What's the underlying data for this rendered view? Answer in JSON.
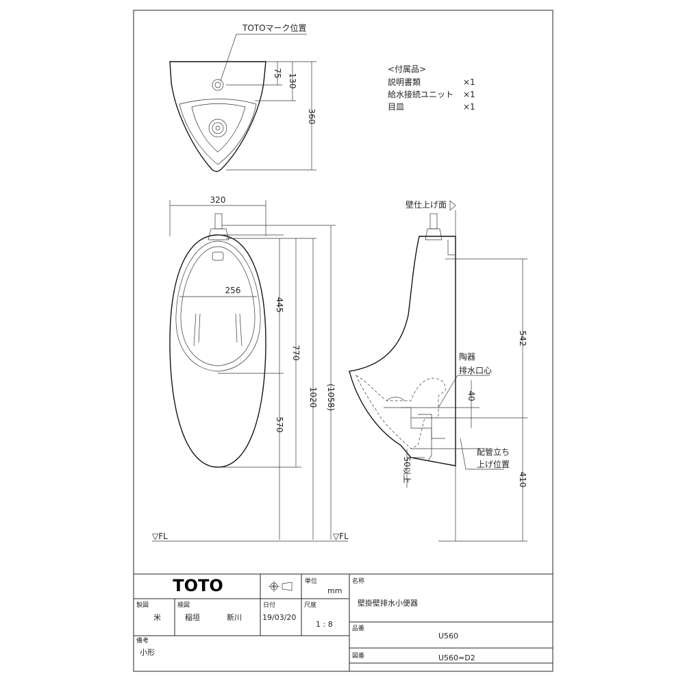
{
  "callouts": {
    "toto_mark": "TOTOマーク位置",
    "wall_finish": "壁仕上げ面",
    "ceramic_outlet_line1": "陶器",
    "ceramic_outlet_line2": "排水口心",
    "pipe_riser_line1": "配管立ち",
    "pipe_riser_line2": "上げ位置",
    "fl_left": "▽FL",
    "fl_mid": "▽FL"
  },
  "accessories": {
    "heading": "<付属品>",
    "items": [
      {
        "name": "説明書類",
        "qty": "×1"
      },
      {
        "name": "給水接続ユニット",
        "qty": "×1"
      },
      {
        "name": "目皿",
        "qty": "×1"
      }
    ]
  },
  "dimensions": {
    "top_75": "75",
    "top_130": "130",
    "top_360": "360",
    "width_320": "320",
    "inner_256": "256",
    "h_445": "445",
    "h_770": "770",
    "h_570": "570",
    "h_1020": "1020",
    "h_1058": "(1058)",
    "side_542": "542",
    "side_40": "40",
    "side_410": "410",
    "side_50": "50以上"
  },
  "title_block": {
    "brand": "TOTO",
    "unit_label": "単位",
    "unit_value": "mm",
    "name_label": "名称",
    "name_value": "壁掛壁排水小便器",
    "design_label": "製図",
    "design_value": "米",
    "check_label": "検図",
    "check_value_1": "稲垣",
    "check_value_2": "新川",
    "date_label": "日付",
    "date_value": "19/03/20",
    "scale_label": "尺度",
    "scale_value": "1 : 8",
    "product_label": "品番",
    "product_value": "U560",
    "remarks_label": "備考",
    "remarks_value": "小形",
    "drawing_label": "図番",
    "drawing_value": "U560=D2"
  }
}
